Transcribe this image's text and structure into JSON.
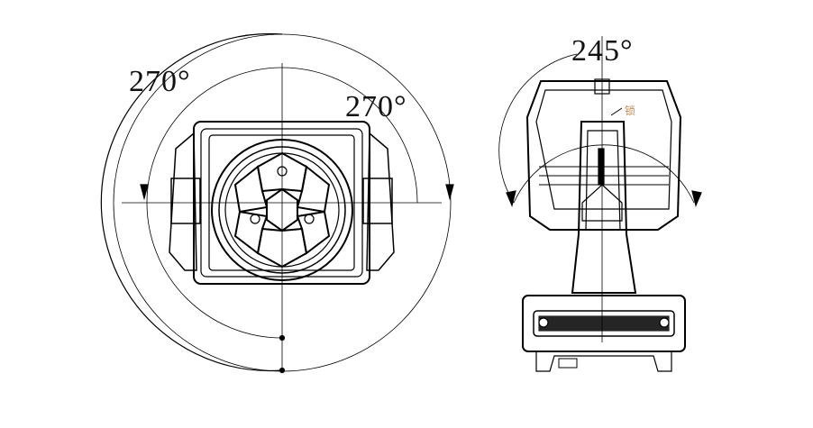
{
  "drawing": {
    "front_view": {
      "pan_angle_label": "270°",
      "tilt_angle_label": "270°"
    },
    "side_view": {
      "tilt_angle_label": "245°",
      "lock_label": "锁"
    },
    "colors": {
      "line": "#000000",
      "annotation": "#d08a50"
    }
  }
}
